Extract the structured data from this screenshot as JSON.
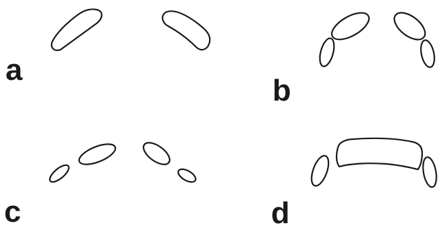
{
  "panels": {
    "a": {
      "label": "a"
    },
    "b": {
      "label": "b"
    },
    "c": {
      "label": "c"
    },
    "d": {
      "label": "d"
    }
  },
  "colors": {
    "stroke": "#1a1a1a",
    "background": "#ffffff"
  }
}
